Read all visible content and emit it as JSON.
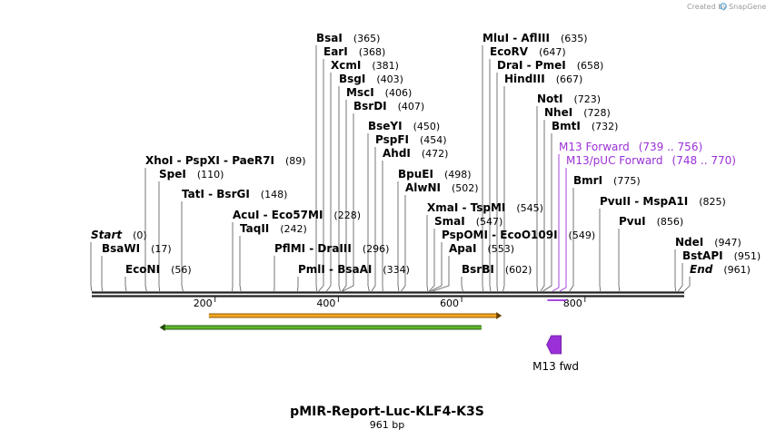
{
  "credit": {
    "prefix": "Created by",
    "brand": "SnapGene"
  },
  "map": {
    "title": "pMIR-Report-Luc-KLF4-K3S",
    "length_label": "961 bp",
    "total_bp": 961,
    "colors": {
      "backbone": "#222222",
      "primer": "#9b30d9",
      "orange_feature": "#f5a623",
      "green_feature": "#5db82a",
      "m13_arrow": "#9b30d9"
    },
    "ticks": [
      {
        "label": "200",
        "bp": 200
      },
      {
        "label": "400",
        "bp": 400
      },
      {
        "label": "600",
        "bp": 600
      },
      {
        "label": "800",
        "bp": 800
      }
    ],
    "sites": [
      {
        "id": "start",
        "bp": 0,
        "label": "Start",
        "pos": "(0)",
        "italic": true
      },
      {
        "id": "bsawi",
        "bp": 17,
        "label": "BsaWI",
        "pos": "(17)"
      },
      {
        "id": "econi",
        "bp": 56,
        "label": "EcoNI",
        "pos": "(56)"
      },
      {
        "id": "speI",
        "bp": 110,
        "label": "SpeI",
        "pos": "(110)"
      },
      {
        "id": "xhoi",
        "bp": 89,
        "label": "XhoI  - PspXI  - PaeR7I",
        "pos": "(89)"
      },
      {
        "id": "tati",
        "bp": 148,
        "label": "TatI  - BsrGI",
        "pos": "(148)"
      },
      {
        "id": "acui",
        "bp": 228,
        "label": "AcuI  - Eco57MI",
        "pos": "(228)"
      },
      {
        "id": "taqii",
        "bp": 242,
        "label": "TaqII",
        "pos": "(242)"
      },
      {
        "id": "pflmi",
        "bp": 296,
        "label": "PflMI  - DraIII",
        "pos": "(296)"
      },
      {
        "id": "pmli",
        "bp": 334,
        "label": "PmlI  - BsaAI",
        "pos": "(334)"
      },
      {
        "id": "bsai",
        "bp": 365,
        "label": "BsaI",
        "pos": "(365)"
      },
      {
        "id": "eari",
        "bp": 368,
        "label": "EarI",
        "pos": "(368)"
      },
      {
        "id": "xcmi",
        "bp": 381,
        "label": "XcmI",
        "pos": "(381)"
      },
      {
        "id": "bsgi",
        "bp": 403,
        "label": "BsgI",
        "pos": "(403)"
      },
      {
        "id": "msci",
        "bp": 406,
        "label": "MscI",
        "pos": "(406)"
      },
      {
        "id": "bsrdi",
        "bp": 407,
        "label": "BsrDI",
        "pos": "(407)"
      },
      {
        "id": "bseyi",
        "bp": 450,
        "label": "BseYI",
        "pos": "(450)"
      },
      {
        "id": "pspfi",
        "bp": 454,
        "label": "PspFI",
        "pos": "(454)"
      },
      {
        "id": "ahdi",
        "bp": 472,
        "label": "AhdI",
        "pos": "(472)"
      },
      {
        "id": "bpuei",
        "bp": 498,
        "label": "BpuEI",
        "pos": "(498)"
      },
      {
        "id": "alwni",
        "bp": 502,
        "label": "AlwNI",
        "pos": "(502)"
      },
      {
        "id": "xmai",
        "bp": 545,
        "label": "XmaI  - TspMI",
        "pos": "(545)"
      },
      {
        "id": "smai",
        "bp": 547,
        "label": "SmaI",
        "pos": "(547)"
      },
      {
        "id": "pspomi",
        "bp": 549,
        "label": "PspOMI  - EcoO109I",
        "pos": "(549)"
      },
      {
        "id": "apai",
        "bp": 553,
        "label": "ApaI",
        "pos": "(553)"
      },
      {
        "id": "bsrbi",
        "bp": 602,
        "label": "BsrBI",
        "pos": "(602)"
      },
      {
        "id": "mlui",
        "bp": 635,
        "label": "MluI  - AflIII",
        "pos": "(635)"
      },
      {
        "id": "ecorv",
        "bp": 647,
        "label": "EcoRV",
        "pos": "(647)"
      },
      {
        "id": "drai",
        "bp": 658,
        "label": "DraI  - PmeI",
        "pos": "(658)"
      },
      {
        "id": "hindiii",
        "bp": 667,
        "label": "HindIII",
        "pos": "(667)"
      },
      {
        "id": "noti",
        "bp": 723,
        "label": "NotI",
        "pos": "(723)"
      },
      {
        "id": "nhei",
        "bp": 728,
        "label": "NheI",
        "pos": "(728)"
      },
      {
        "id": "bmti",
        "bp": 732,
        "label": "BmtI",
        "pos": "(732)"
      },
      {
        "id": "bmri",
        "bp": 775,
        "label": "BmrI",
        "pos": "(775)"
      },
      {
        "id": "pvuii",
        "bp": 825,
        "label": "PvuII  - MspA1I",
        "pos": "(825)"
      },
      {
        "id": "pvui",
        "bp": 856,
        "label": "PvuI",
        "pos": "(856)"
      },
      {
        "id": "ndei",
        "bp": 947,
        "label": "NdeI",
        "pos": "(947)"
      },
      {
        "id": "bstapi",
        "bp": 951,
        "label": "BstAPI",
        "pos": "(951)"
      },
      {
        "id": "end",
        "bp": 961,
        "label": "End",
        "pos": "(961)",
        "italic": true
      }
    ],
    "primers": [
      {
        "id": "m13-forward",
        "label": "M13 Forward",
        "range": "(739 .. 756)",
        "start": 739,
        "end": 756
      },
      {
        "id": "m13-puc-forward",
        "label": "M13/pUC Forward",
        "range": "(748 .. 770)",
        "start": 748,
        "end": 770
      }
    ],
    "features": [
      {
        "id": "orange-feature",
        "start": 190,
        "end": 665,
        "direction": "forward"
      },
      {
        "id": "green-feature",
        "start": 110,
        "end": 632,
        "direction": "reverse"
      }
    ],
    "m13_fwd": {
      "label": "M13 fwd",
      "bp": 757
    }
  }
}
